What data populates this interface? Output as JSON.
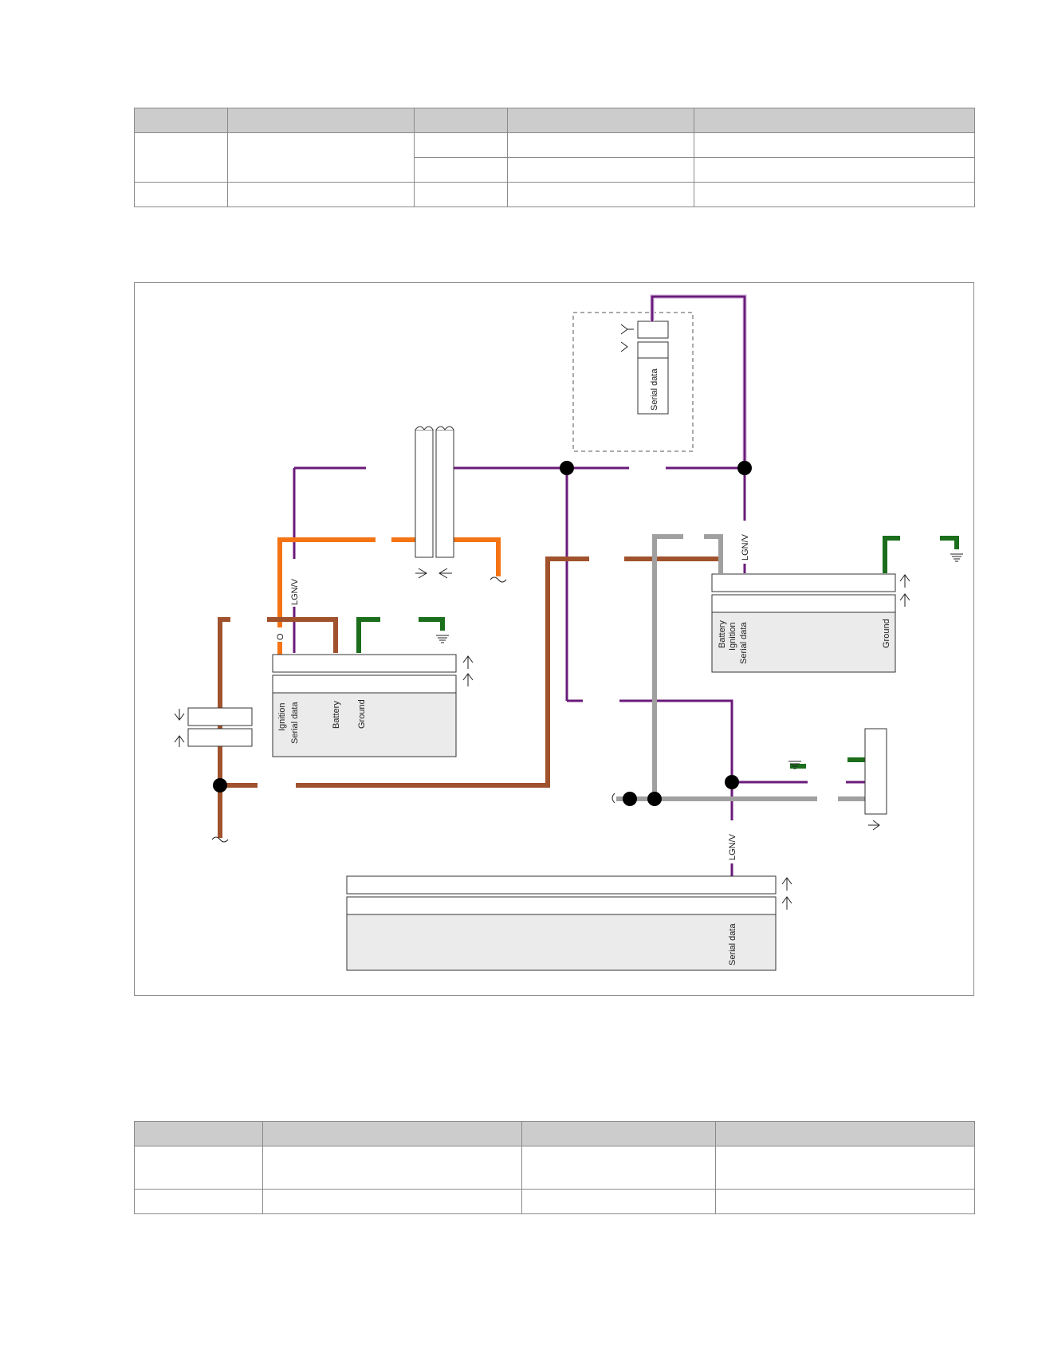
{
  "top_table": {
    "headers": [
      "",
      "",
      "",
      "",
      ""
    ],
    "rows": [
      [
        "",
        "",
        "",
        "",
        ""
      ],
      [
        "",
        "",
        "",
        "",
        ""
      ],
      [
        "",
        "",
        "",
        "",
        ""
      ]
    ]
  },
  "diagram": {
    "labels": {
      "module_a_serial": "Serial data",
      "wire_lgnv_1": "LGN/V",
      "wire_lgnv_2": "LGN/V",
      "wire_lgnv_3": "LGN/V",
      "wire_o": "O",
      "module_b_ignition": "Ignition",
      "module_b_serial": "Serial data",
      "module_b_battery": "Battery",
      "module_b_ground": "Ground",
      "module_c_battery": "Battery",
      "module_c_ignition": "Ignition",
      "module_c_serial": "Serial data",
      "module_c_ground": "Ground",
      "module_d_serial": "Serial data"
    },
    "wire_colors": {
      "purple": "#6a1b7a",
      "orange": "#f47415",
      "brown": "#a0522d",
      "gray": "#a0a0a0",
      "green": "#1b6e1b",
      "node": "#000000"
    }
  },
  "bottom_table": {
    "headers": [
      "",
      "",
      "",
      ""
    ],
    "rows": [
      [
        "",
        "",
        "",
        ""
      ],
      [
        "",
        "",
        "",
        ""
      ]
    ]
  }
}
